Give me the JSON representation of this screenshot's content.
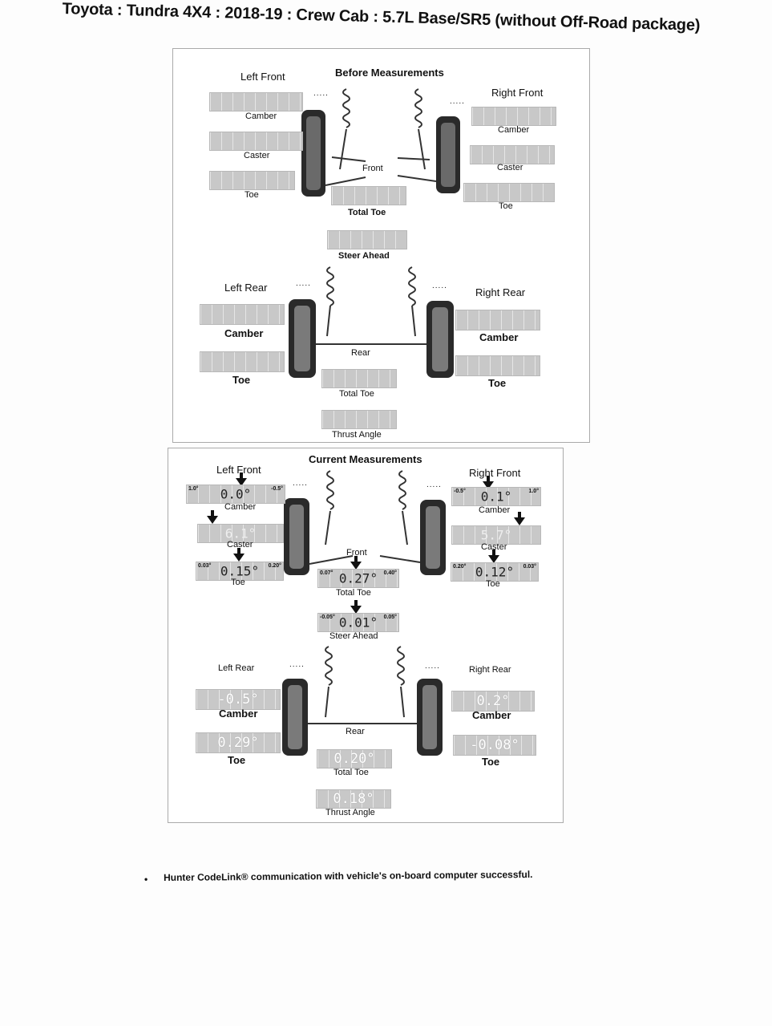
{
  "header": {
    "title": "Toyota : Tundra 4X4 : 2018-19 : Crew Cab : 5.7L Base/SR5 (without Off-Road package)"
  },
  "before": {
    "title": "Before Measurements",
    "left_front": "Left Front",
    "right_front": "Right Front",
    "camber": "Camber",
    "caster": "Caster",
    "toe": "Toe",
    "front": "Front",
    "total_toe": "Total Toe",
    "steer_ahead": "Steer Ahead",
    "left_rear": "Left Rear",
    "right_rear": "Right Rear",
    "rear": "Rear",
    "thrust_angle": "Thrust Angle",
    "dots": "....."
  },
  "current": {
    "title": "Current Measurements",
    "left_front": {
      "label": "Left Front",
      "camber": {
        "label": "Camber",
        "value": "0.0°",
        "min": "1.0°",
        "max": "-0.5°"
      },
      "caster": {
        "label": "Caster",
        "value": "6.1°"
      },
      "toe": {
        "label": "Toe",
        "value": "0.15°",
        "min": "0.03°",
        "max": "0.20°"
      }
    },
    "right_front": {
      "label": "Right Front",
      "camber": {
        "label": "Camber",
        "value": "0.1°",
        "min": "-0.5°",
        "max": "1.0°"
      },
      "caster": {
        "label": "Caster",
        "value": "5.7°"
      },
      "toe": {
        "label": "Toe",
        "value": "0.12°",
        "min": "0.20°",
        "max": "0.03°"
      }
    },
    "front": "Front",
    "total_toe": {
      "label": "Total Toe",
      "value": "0.27°",
      "min": "0.07°",
      "max": "0.40°"
    },
    "steer_ahead": {
      "label": "Steer Ahead",
      "value": "0.01°",
      "min": "-0.05°",
      "max": "0.05°"
    },
    "left_rear": {
      "label": "Left Rear",
      "camber": {
        "label": "Camber",
        "value": "-0.5°"
      },
      "toe": {
        "label": "Toe",
        "value": "0.29°"
      }
    },
    "right_rear": {
      "label": "Right Rear",
      "camber": {
        "label": "Camber",
        "value": "0.2°"
      },
      "toe": {
        "label": "Toe",
        "value": "-0.08°"
      }
    },
    "rear": "Rear",
    "rear_total_toe": {
      "label": "Total Toe",
      "value": "0.20°"
    },
    "thrust_angle": {
      "label": "Thrust Angle",
      "value": "0.18°"
    },
    "dots": "....."
  },
  "footer": {
    "bullet": "•",
    "note": "Hunter CodeLink® communication with vehicle's on-board computer successful."
  }
}
